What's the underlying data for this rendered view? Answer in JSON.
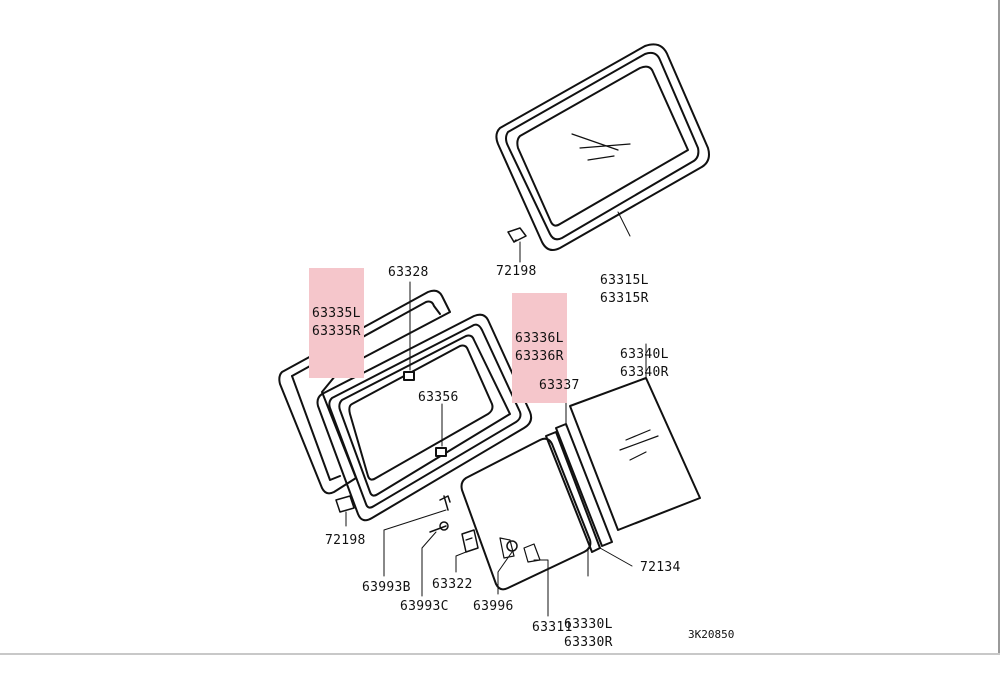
{
  "labels": {
    "p63315": [
      "63315L",
      "63315R"
    ],
    "p72198a": "72198",
    "p63335": [
      "63335L",
      "63335R"
    ],
    "p63328": "63328",
    "p63336": [
      "63336L",
      "63336R"
    ],
    "p63340": [
      "63340L",
      "63340R"
    ],
    "p63356": "63356",
    "p63337": "63337",
    "p72198b": "72198",
    "p63993b": "63993B",
    "p63993c": "63993C",
    "p63322": "63322",
    "p63996": "63996",
    "p63330": [
      "63330L",
      "63330R"
    ],
    "p63311": "63311",
    "p72134": "72134"
  },
  "diagram_code": "3K20850",
  "colors": {
    "highlight": "#f5c6cb",
    "line": "#111111"
  }
}
